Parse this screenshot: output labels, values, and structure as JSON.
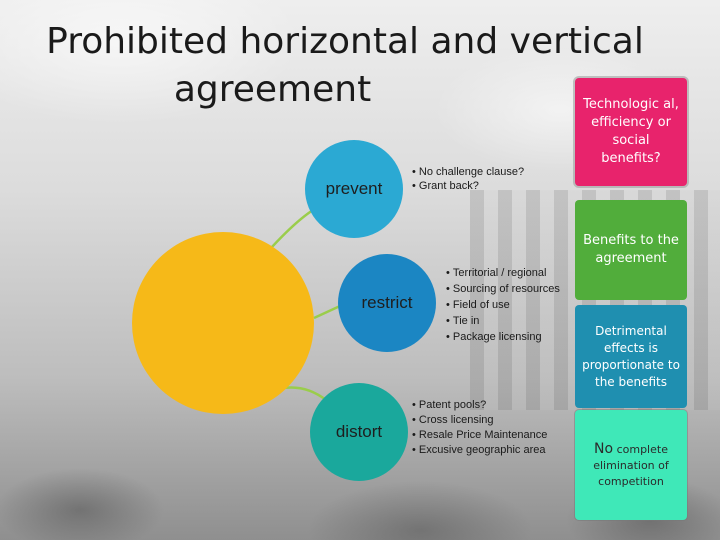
{
  "title": {
    "line1": "Prohibited horizontal and vertical",
    "line2": "agreement"
  },
  "nodes": {
    "hub": "",
    "prevent": "prevent",
    "restrict": "restrict",
    "distort": "distort"
  },
  "bullets": {
    "prevent": [
      "No challenge clause?",
      "Grant back?"
    ],
    "restrict": [
      "Territorial / regional",
      "Sourcing of resources",
      "Field of use",
      "Tie in",
      "Package licensing"
    ],
    "distort": [
      "Patent pools?",
      "Cross licensing",
      "Resale Price Maintenance",
      "Excusive geographic area"
    ]
  },
  "side_boxes": {
    "technological": "Technologic al, efficiency or social benefits?",
    "benefits": "Benefits to the agreement",
    "detrimental": "Detrimental effects is proportionate to the benefits",
    "competition_no": "No",
    "competition_rest": "complete elimination of competition"
  },
  "colors": {
    "hub": "#f6b918",
    "prevent": "#2ba9d3",
    "restrict": "#1b86c3",
    "distort": "#1aa89c",
    "connector": "#9acd4b",
    "technological": "#e8236c",
    "benefits": "#51ad3b",
    "detrimental": "#1f8fb0",
    "competition": "#3fe8b8"
  }
}
